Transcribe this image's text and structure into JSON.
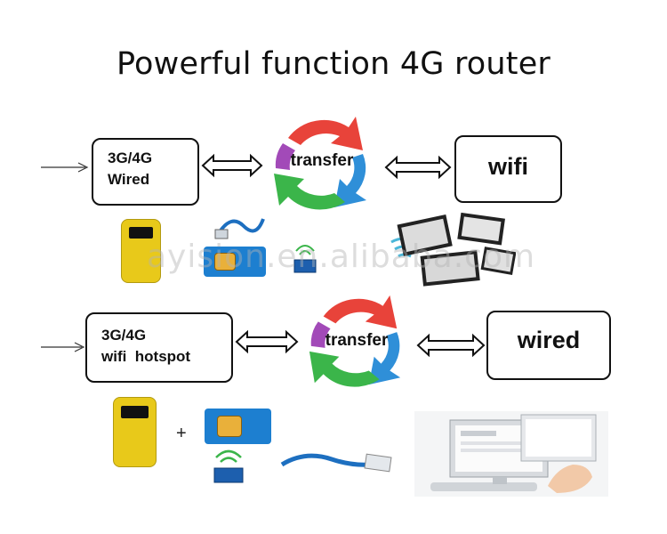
{
  "title": "Powerful function 4G router",
  "watermark": "ayision.en.alibaba.com",
  "row1": {
    "source_line1": "3G/4G",
    "source_line2": "Wired",
    "transfer": "transfer",
    "target": "wifi"
  },
  "row2": {
    "source_line1": "3G/4G",
    "source_line2": "wifi  hotspot",
    "transfer": "transfer",
    "target": "wired",
    "plus": "+"
  },
  "colors": {
    "phone_yellow": "#e8c91a",
    "sim_blue": "#1d7fd0",
    "cycle_red": "#e8433a",
    "cycle_green": "#3bb54a",
    "cycle_blue": "#2f8fd8",
    "cycle_purple": "#a24ab8"
  },
  "icons": [
    "arrow-right-icon",
    "double-arrow-icon",
    "cycle-arrows-icon",
    "router-device-icon",
    "sim-card-icon",
    "cable-icon",
    "wifi-signal-icon",
    "tablet-devices-icon",
    "desktop-computer-icon"
  ]
}
